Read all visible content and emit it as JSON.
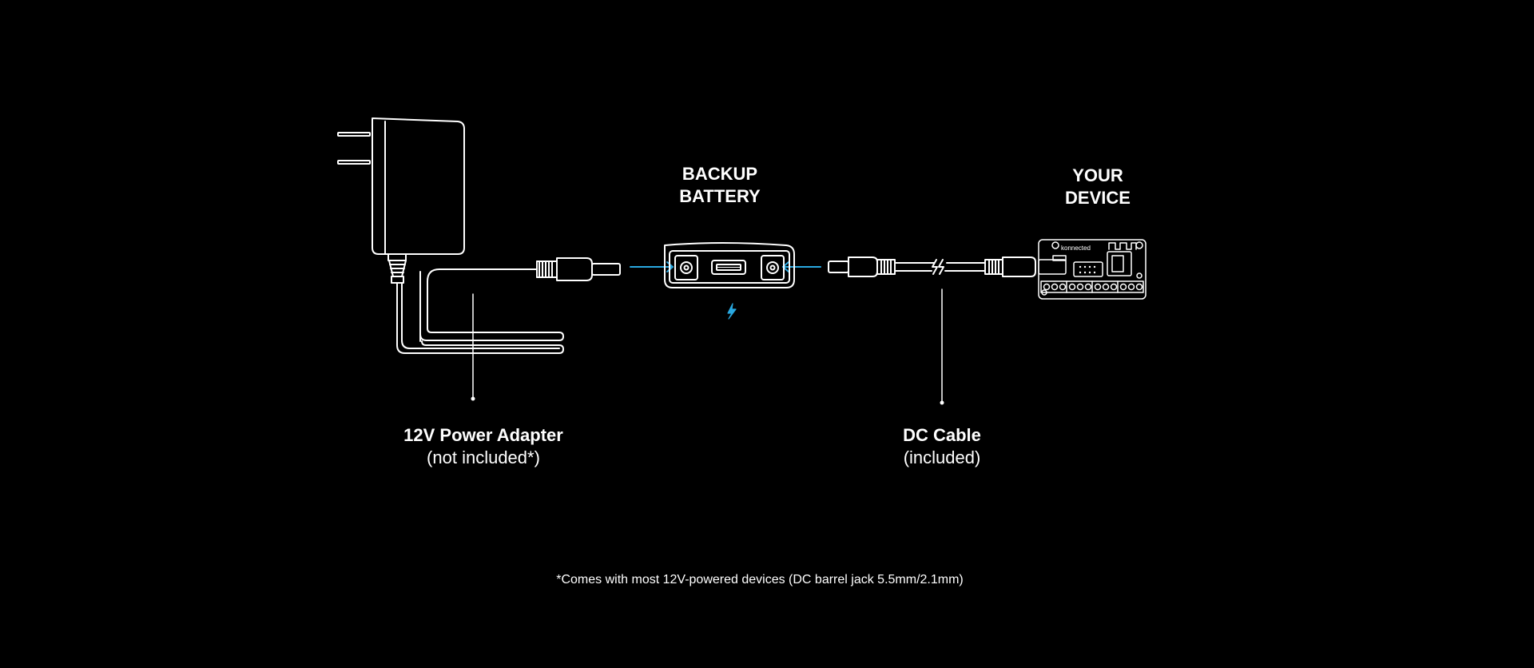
{
  "colors": {
    "background": "#000000",
    "line": "#ffffff",
    "accent": "#29a8e0"
  },
  "labels": {
    "battery_line1": "BACKUP",
    "battery_line2": "BATTERY",
    "device_line1": "YOUR",
    "device_line2": "DEVICE",
    "adapter_title": "12V Power Adapter",
    "adapter_sub": "(not included*)",
    "cable_title": "DC Cable",
    "cable_sub": "(included)",
    "board_brand": "konnected"
  },
  "footnote": "*Comes with most 12V-powered devices (DC barrel jack 5.5mm/2.1mm)",
  "icons": {
    "charging": "lightning-bolt-icon"
  }
}
